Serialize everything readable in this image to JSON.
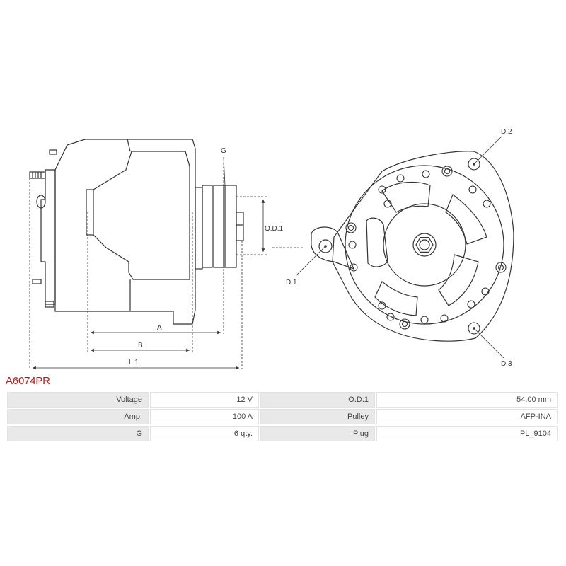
{
  "drawing": {
    "side_view_labels": {
      "g": "G",
      "od1": "O.D.1",
      "a": "A",
      "b": "B",
      "l1": "L.1"
    },
    "front_view_labels": {
      "d1": "D.1",
      "d2": "D.2",
      "d3": "D.3"
    },
    "line_color": "#333333"
  },
  "part_number": "A6074PR",
  "part_number_color": "#c4151c",
  "specs": {
    "rows": [
      {
        "label_left": "Voltage",
        "value_left": "12 V",
        "label_right": "O.D.1",
        "value_right": "54.00 mm"
      },
      {
        "label_left": "Amp.",
        "value_left": "100 A",
        "label_right": "Pulley",
        "value_right": "AFP-INA"
      },
      {
        "label_left": "G",
        "value_left": "6 qty.",
        "label_right": "Plug",
        "value_right": "PL_9104"
      }
    ]
  }
}
